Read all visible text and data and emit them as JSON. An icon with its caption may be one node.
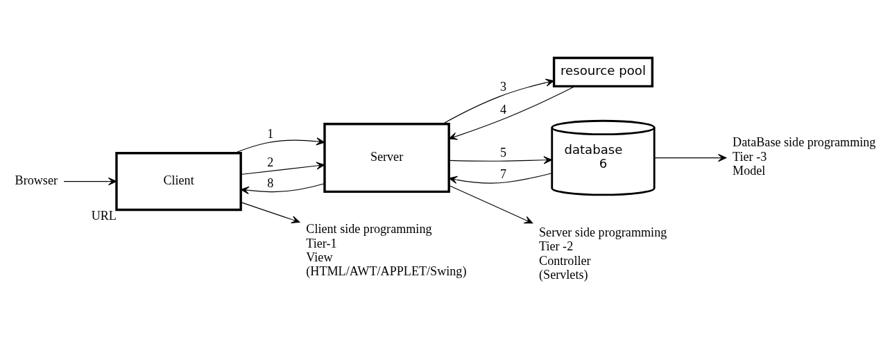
{
  "diagram": {
    "nodes": [
      {
        "text": [
          "Browser"
        ]
      },
      {
        "text": [
          "Client"
        ],
        "beside": [
          "URL"
        ]
      },
      {
        "text": [
          "Server"
        ]
      },
      {
        "text": [
          "resource pool"
        ]
      },
      {
        "text": [
          "database",
          "6"
        ]
      },
      {
        "text": [
          "Client side programming",
          "Tier-1",
          "View",
          "(HTML/AWT/APPLET/Swing)"
        ]
      },
      {
        "text": [
          "Server side programming",
          "Tier -2",
          "Controller",
          "(Servlets)"
        ]
      },
      {
        "text": [
          "DataBase side programming",
          "Tier -3",
          "Model"
        ]
      }
    ],
    "edges": [
      {
        "from": 0,
        "to": 1,
        "arrow": "to"
      },
      {
        "from": 1,
        "to": 2,
        "arrow": "to",
        "label": "1"
      },
      {
        "from": 1,
        "to": 2,
        "arrow": "to",
        "label": "2"
      },
      {
        "from": 2,
        "to": 3,
        "arrow": "to",
        "label": "3"
      },
      {
        "from": 3,
        "to": 2,
        "arrow": "to",
        "label": "4"
      },
      {
        "from": 2,
        "to": 4,
        "arrow": "to",
        "label": "5"
      },
      {
        "from": 4,
        "to": 2,
        "arrow": "to",
        "label": "7"
      },
      {
        "from": 2,
        "to": 1,
        "arrow": "to",
        "label": "8"
      },
      {
        "from": 1,
        "to": 5,
        "arrow": "to"
      },
      {
        "from": 2,
        "to": 6,
        "arrow": "to"
      },
      {
        "from": 4,
        "to": 7,
        "arrow": "to"
      }
    ]
  }
}
